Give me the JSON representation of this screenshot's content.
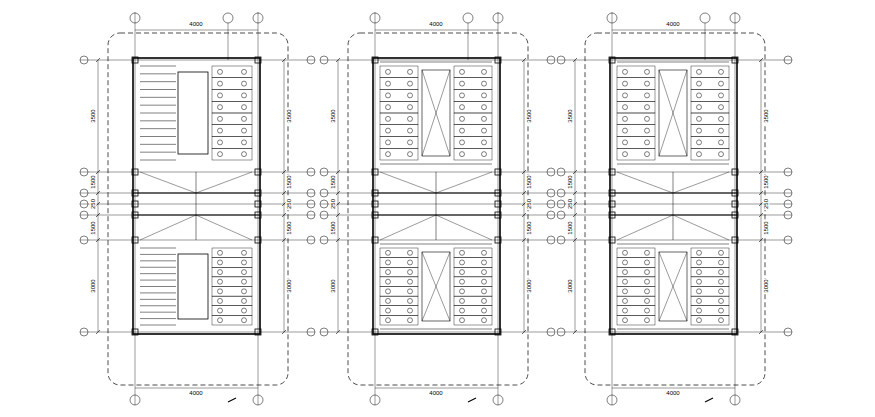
{
  "diagram": {
    "labels": [
      "4000",
      "3500",
      "1500",
      "250",
      "1500",
      "3000",
      "3500",
      "1500",
      "250",
      "1500",
      "3000",
      "4000",
      "4000",
      "3500",
      "1500",
      "250",
      "1500",
      "3000",
      "3500",
      "1500",
      "250",
      "1500",
      "3000",
      "4000",
      "4000",
      "3500",
      "1500",
      "250",
      "1500",
      "3000",
      "3500",
      "1500",
      "250",
      "1500",
      "3000",
      "4000"
    ]
  }
}
